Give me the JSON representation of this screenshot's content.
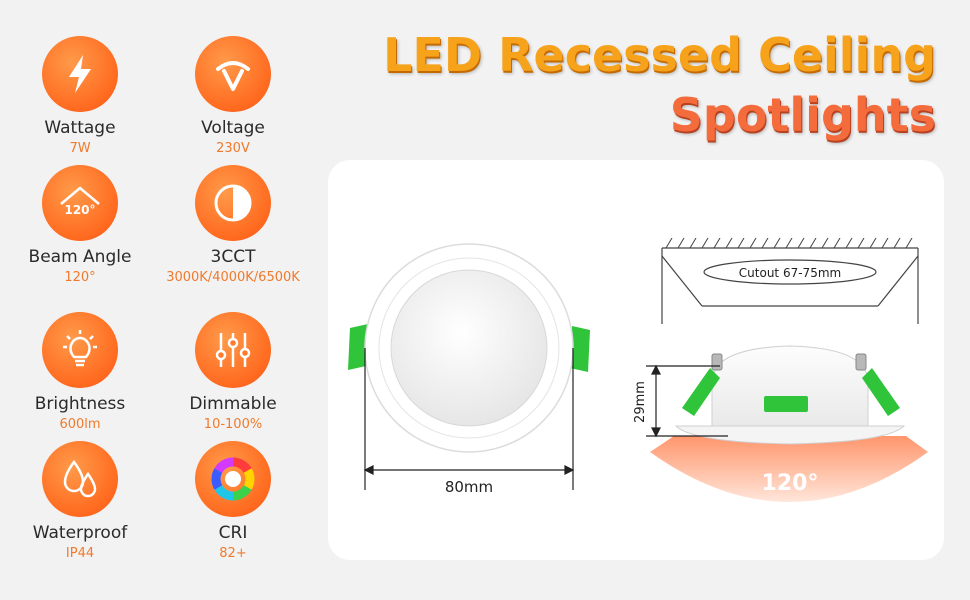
{
  "title": {
    "line1": "LED Recessed Ceiling",
    "line2": "Spotlights"
  },
  "specs": [
    {
      "label": "Wattage",
      "value": "7W",
      "icon": "lightning-icon"
    },
    {
      "label": "Voltage",
      "value": "230V",
      "icon": "voltage-icon"
    },
    {
      "label": "Beam Angle",
      "value": "120°",
      "icon": "beam-angle-icon",
      "icon_text": "120°"
    },
    {
      "label": "3CCT",
      "value": "3000K/4000K/6500K",
      "icon": "color-temperature-icon"
    },
    {
      "label": "Brightness",
      "value": "600lm",
      "icon": "bulb-icon"
    },
    {
      "label": "Dimmable",
      "value": "10-100%",
      "icon": "sliders-icon"
    },
    {
      "label": "Waterproof",
      "value": "IP44",
      "icon": "water-drops-icon"
    },
    {
      "label": "CRI",
      "value": "82+",
      "icon": "color-wheel-icon"
    }
  ],
  "diagram": {
    "diameter_label": "80mm",
    "cutout_label": "Cutout 67-75mm",
    "height_label": "29mm",
    "beam_label": "120°"
  },
  "colors": {
    "accent": "#f46b2c",
    "value_text": "#f07a2c",
    "clip_green": "#2fc43a"
  }
}
